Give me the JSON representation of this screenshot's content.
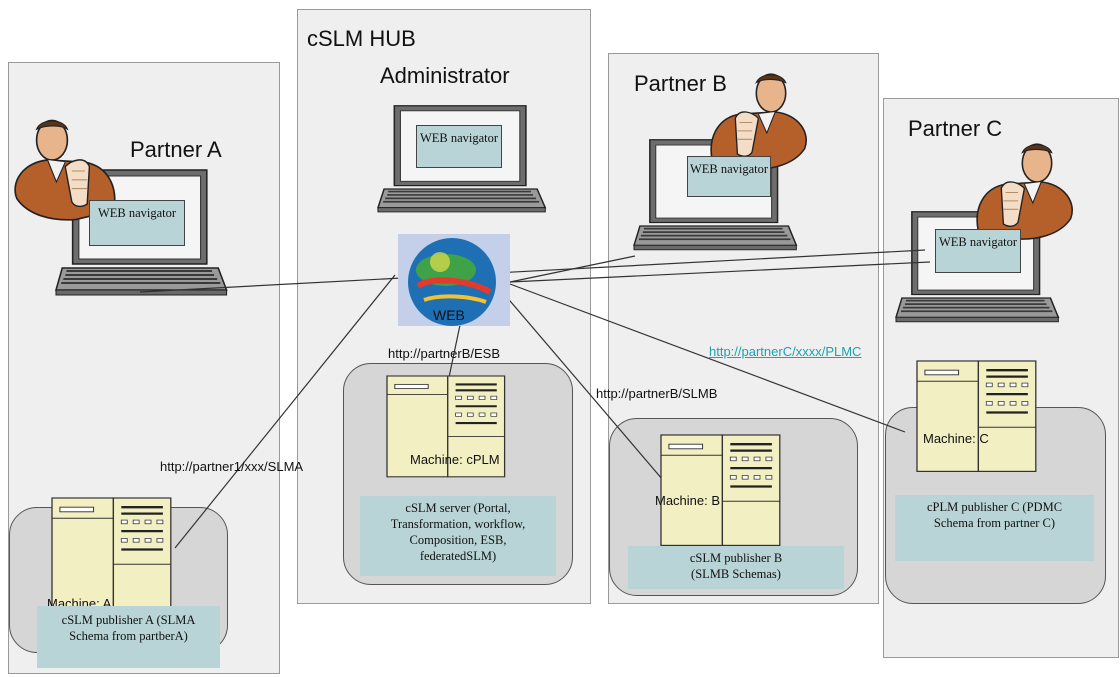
{
  "panels": {
    "partner_a": {
      "title": "Partner A"
    },
    "hub": {
      "title": "cSLM HUB",
      "subtitle": "Administrator"
    },
    "partner_b": {
      "title": "Partner B"
    },
    "partner_c": {
      "title": "Partner C"
    }
  },
  "laptops": {
    "partner_a": {
      "screen": "WEB navigator"
    },
    "hub": {
      "screen": "WEB navigator"
    },
    "partner_b": {
      "screen": "WEB navigator"
    },
    "partner_c": {
      "screen": "WEB navigator"
    }
  },
  "web_node": {
    "label": "WEB"
  },
  "links": {
    "esb": "http://partnerB/ESB",
    "slmb": "http://partnerB/SLMB",
    "plmc": "http://partnerC/xxxx/PLMC",
    "slma": "http://partner1/xxx/SLMA"
  },
  "machines": {
    "hub": {
      "label": "Machine: cPLM",
      "caption": "cSLM server (Portal, Transformation, workflow, Composition, ESB, federatedSLM)"
    },
    "partner_b": {
      "label": "Machine: B",
      "caption": "cSLM publisher B (SLMB Schemas)"
    },
    "partner_c": {
      "label": "Machine: C",
      "caption": "cPLM publisher C (PDMC Schema from partner C)"
    },
    "partner_a": {
      "label": "Machine: A",
      "caption": "cSLM publisher A (SLMA Schema from partberA)"
    }
  },
  "colors": {
    "panel": "#efefef",
    "node": "#d6d6d6",
    "caption": "#b9d4d6",
    "screen": "#b9d4d6",
    "server": "#f2efc2",
    "link": "#1aa3b2"
  }
}
